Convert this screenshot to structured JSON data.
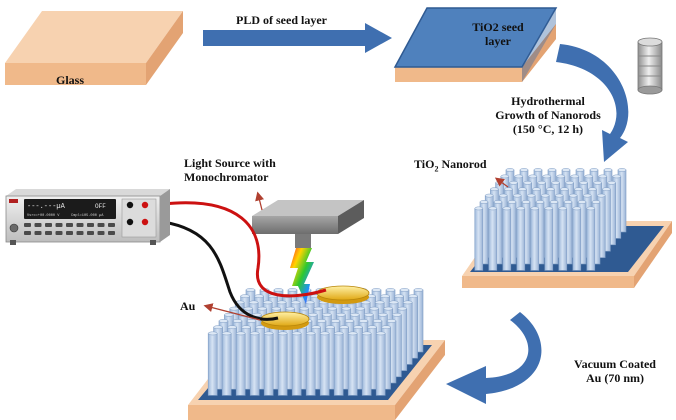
{
  "labels": {
    "glass": "Glass",
    "pld": "PLD of seed layer",
    "seed_line1": "TiO2 seed",
    "seed_line2": "layer",
    "hydro_line1": "Hydrothermal",
    "hydro_line2": "Growth of Nanorods",
    "hydro_line3": "(150 °C, 12 h)",
    "nanorod_prefix": "TiO",
    "nanorod_sub": "2",
    "nanorod_suffix": " Nanorod",
    "light_line1": "Light Source with",
    "light_line2": "Monochromator",
    "au": "Au",
    "vacuum_line1": "Vacuum Coated",
    "vacuum_line2": "Au (70 nm)"
  },
  "meter": {
    "display_main": "---.---µA",
    "display_status": "OFF",
    "display_sub_left": "Vsrc=+00.0000 V",
    "display_sub_right": "Cmpl=105.000 µA"
  },
  "colors": {
    "glass_top": "#f7d2b0",
    "glass_side": "#f0b98a",
    "seed_blue": "#4f81bd",
    "arrow_blue": "#3f6fb0",
    "rod_fill": "#b8cde6",
    "rod_stroke": "#7e9cc4",
    "gold": "#f2c230",
    "wire_red": "#cc1111",
    "wire_black": "#111111",
    "source_grey": "#8a8a8a",
    "pointer_red": "#b04030"
  }
}
